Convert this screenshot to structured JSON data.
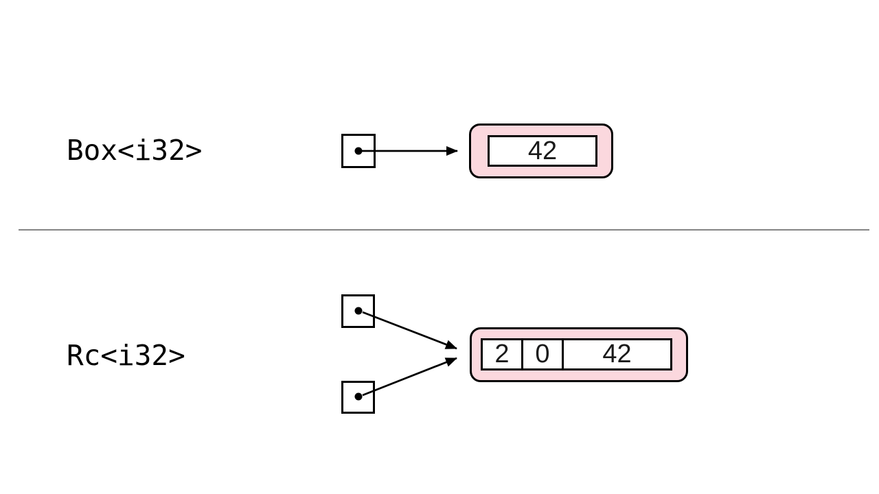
{
  "box_diagram": {
    "type_label": "Box<i32>",
    "heap_value": "42"
  },
  "rc_diagram": {
    "type_label": "Rc<i32>",
    "cells": [
      "2",
      "0",
      "42"
    ]
  },
  "colors": {
    "heap_fill": "#fbd8de",
    "stroke": "#000000",
    "divider_line": "#848484",
    "background": "#ffffff"
  }
}
